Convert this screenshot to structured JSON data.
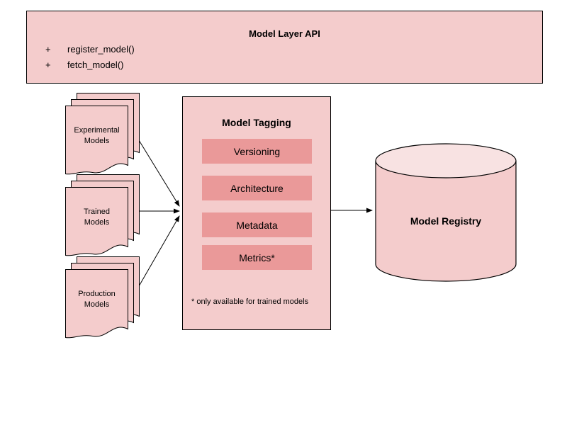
{
  "colors": {
    "shape_fill": "#f4cccc",
    "tag_fill": "#ea9999",
    "cylinder_top_fill": "#f8e2e2",
    "outline": "#000000",
    "background": "#ffffff"
  },
  "api_banner": {
    "title": "Model Layer API",
    "methods": [
      {
        "bullet": "+",
        "label": "register_model()"
      },
      {
        "bullet": "+",
        "label": "fetch_model()"
      }
    ]
  },
  "model_stacks": [
    {
      "label": "Experimental\nModels"
    },
    {
      "label": "Trained\nModels"
    },
    {
      "label": "Production\nModels"
    }
  ],
  "tagging_panel": {
    "title": "Model Tagging",
    "tags": [
      "Versioning",
      "Architecture",
      "Metadata",
      "Metrics*"
    ],
    "footnote": "* only available for trained models"
  },
  "registry": {
    "label": "Model Registry"
  }
}
